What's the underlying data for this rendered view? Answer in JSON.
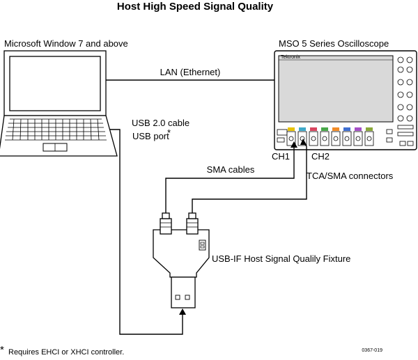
{
  "title": "Host High Speed Signal Quality",
  "labels": {
    "pc": "Microsoft Window 7 and above",
    "scope": "MSO 5 Series Oscilloscope",
    "lan": "LAN (Ethernet)",
    "usb_cable": "USB 2.0 cable",
    "usb_port": "USB port",
    "usb_port_mark": "*",
    "ch1": "CH1",
    "ch2": "CH2",
    "sma_cables": "SMA cables",
    "tca_sma": "TCA/SMA connectors",
    "fixture": "USB-IF Host Signal Qualily Fixture",
    "footnote_mark": "*",
    "footnote": "Requires EHCI or XHCI controller.",
    "figure_id": "0367-019"
  },
  "colors": {
    "line": "#000000",
    "screen": "#d9d9d9",
    "channel_badges": [
      "#e8c200",
      "#3fa9c9",
      "#d9455f",
      "#49a84a",
      "#f28c28",
      "#3f6fd1",
      "#a54fc7",
      "#8aa83a"
    ]
  }
}
